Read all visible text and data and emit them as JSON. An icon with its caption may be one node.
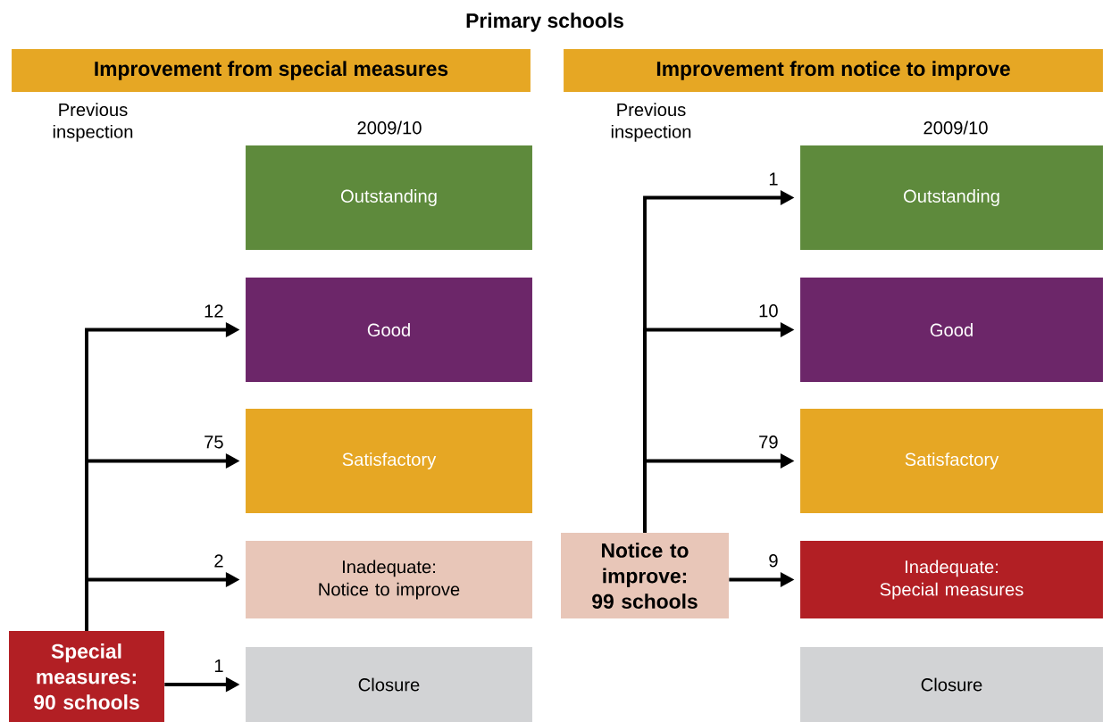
{
  "diagram": {
    "title": "Primary schools",
    "nodes": [
      {
        "text": [
          "Improvement from special measures"
        ]
      },
      {
        "text": [
          "Improvement from notice to improve"
        ]
      },
      {
        "text": [
          "Outstanding"
        ]
      },
      {
        "text": [
          "Good"
        ]
      },
      {
        "text": [
          "Satisfactory"
        ]
      },
      {
        "text": [
          "Inadequate: Notice to improve"
        ]
      },
      {
        "text": [
          "Closure"
        ]
      },
      {
        "text": [
          "Special measures: 90 schools"
        ]
      },
      {
        "text": [
          "Outstanding"
        ]
      },
      {
        "text": [
          "Good"
        ]
      },
      {
        "text": [
          "Satisfactory"
        ]
      },
      {
        "text": [
          "Inadequate: Special measures"
        ]
      },
      {
        "text": [
          "Closure"
        ]
      },
      {
        "text": [
          "Notice to improve: 99 schools"
        ]
      }
    ],
    "edges": [
      {
        "from": 7,
        "to": 3,
        "arrow": "to",
        "label": "12"
      },
      {
        "from": 7,
        "to": 4,
        "arrow": "to",
        "label": "75"
      },
      {
        "from": 7,
        "to": 5,
        "arrow": "to",
        "label": "2"
      },
      {
        "from": 7,
        "to": 6,
        "arrow": "to",
        "label": "1"
      },
      {
        "from": 13,
        "to": 8,
        "arrow": "to",
        "label": "1"
      },
      {
        "from": 13,
        "to": 9,
        "arrow": "to",
        "label": "10"
      },
      {
        "from": 13,
        "to": 10,
        "arrow": "to",
        "label": "79"
      },
      {
        "from": 13,
        "to": 11,
        "arrow": "to",
        "label": "9"
      }
    ],
    "labels": [
      "Previous inspection",
      "2009/10",
      "Previous inspection",
      "2009/10"
    ]
  }
}
